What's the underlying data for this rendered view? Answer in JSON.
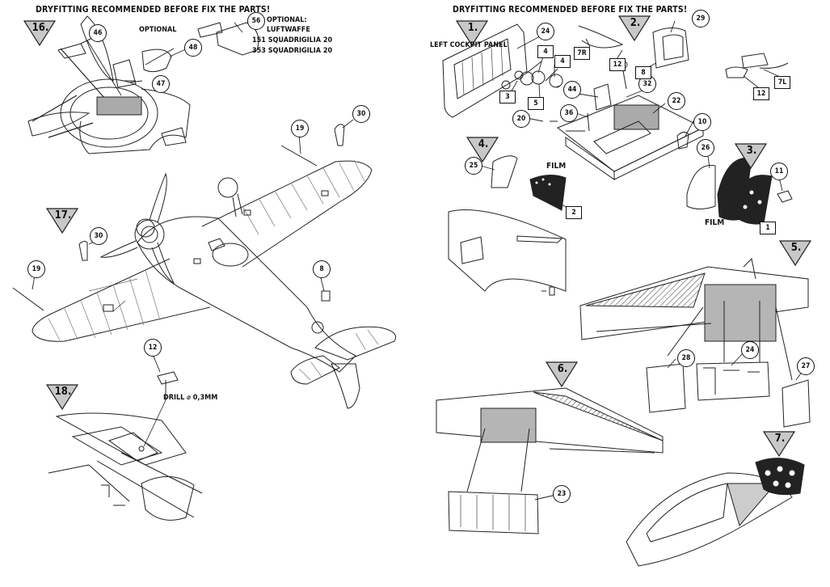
{
  "headers": {
    "left": "DRYFITTING RECOMMENDED BEFORE FIX THE PARTS!",
    "right": "DRYFITTING RECOMMENDED BEFORE FIX THE PARTS!"
  },
  "notes": {
    "optional": "OPTIONAL",
    "optional_luftwaffe": "OPTIONAL:",
    "luftwaffe": "LUFTWAFFE",
    "squadriglia_151": "151 SQUADRIGILIA 20",
    "squadriglia_353": "353 SQUADRIGILIA 20",
    "left_cockpit_panel": "LEFT COCKPIT PANEL",
    "drill": "DRILL ⌀ 0,3MM",
    "film_a": "FILM",
    "film_b": "FILM"
  },
  "steps": {
    "s1": "1.",
    "s2": "2.",
    "s3": "3.",
    "s4": "4.",
    "s5": "5.",
    "s6": "6.",
    "s7": "7.",
    "s16": "16.",
    "s17": "17.",
    "s18": "18."
  },
  "parts": {
    "p46": "46",
    "p48": "48",
    "p47": "47",
    "p56": "56",
    "p19a": "19",
    "p30a": "30",
    "p30b": "30",
    "p19b": "19",
    "p8": "8",
    "p12a": "12",
    "p24a": "24",
    "p29": "29",
    "p44": "44",
    "p32": "32",
    "p22": "22",
    "p36": "36",
    "p20": "20",
    "p10": "10",
    "p25": "25",
    "p26": "26",
    "p11": "11",
    "p28": "28",
    "p24b": "24",
    "p27": "27",
    "p23": "23"
  },
  "tags": {
    "t3": "3",
    "t4a": "4",
    "t4b": "4",
    "t5": "5",
    "t7R": "7R",
    "t12b": "12",
    "t8": "8",
    "t7L": "7L",
    "t12c": "12",
    "t2": "2",
    "t1": "1"
  }
}
